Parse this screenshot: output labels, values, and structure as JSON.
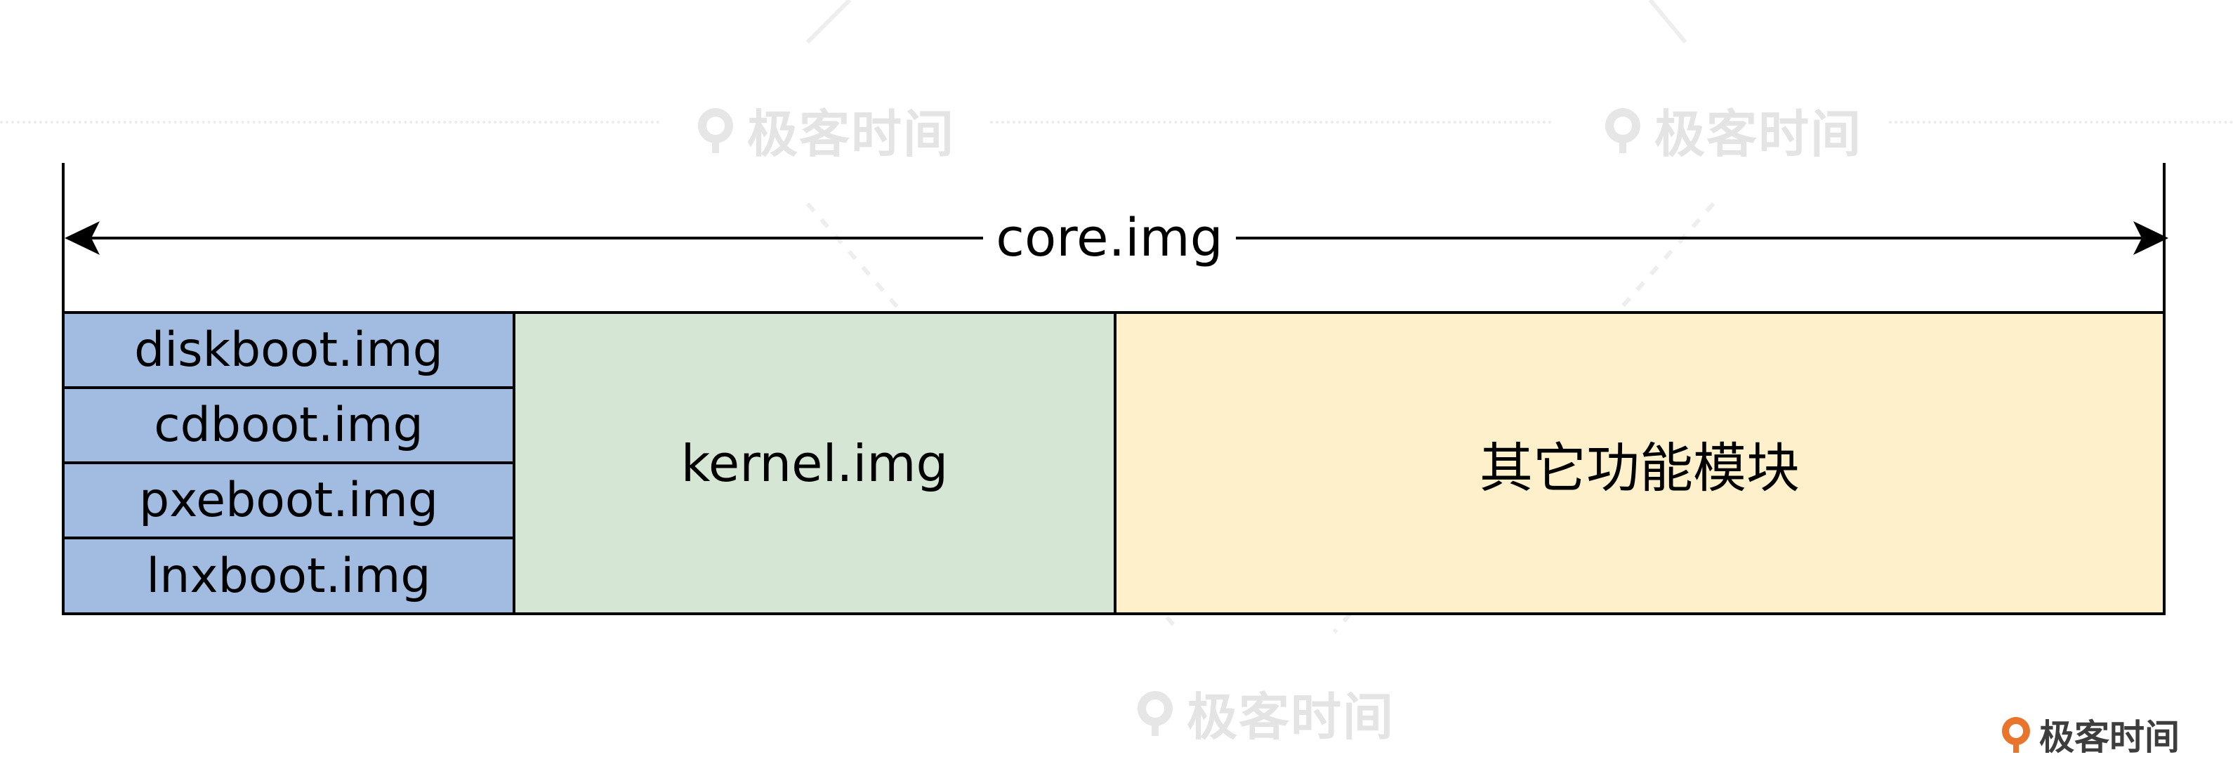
{
  "watermark": {
    "brand_text": "极客时间"
  },
  "diagram": {
    "span_label": "core.img",
    "boot_images": [
      {
        "label": "diskboot.img"
      },
      {
        "label": "cdboot.img"
      },
      {
        "label": "pxeboot.img"
      },
      {
        "label": "lnxboot.img"
      }
    ],
    "kernel_label": "kernel.img",
    "other_label": "其它功能模块"
  },
  "colors": {
    "boot_fill": "#a2bbe1",
    "kernel_fill": "#d5e7d4",
    "other_fill": "#fdf0cb",
    "brand_orange": "#e8752b"
  },
  "footer": {
    "brand_text": "极客时间"
  }
}
